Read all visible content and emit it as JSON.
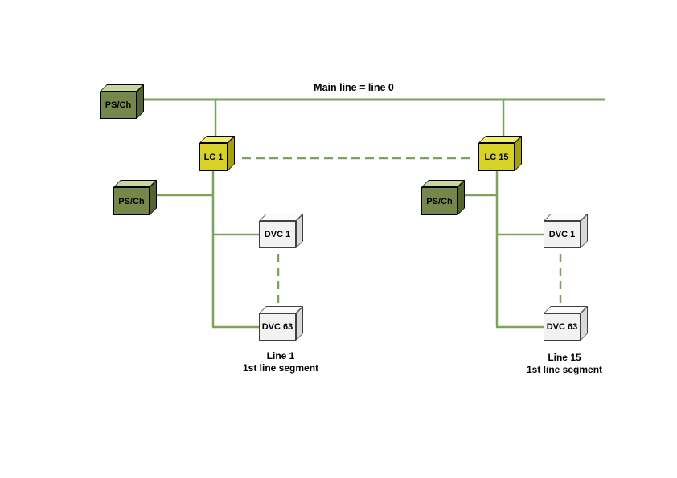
{
  "labels": {
    "main_line": "Main line = line 0",
    "line1_title": "Line 1",
    "line1_subtitle": "1st line segment",
    "line15_title": "Line 15",
    "line15_subtitle": "1st line segment"
  },
  "nodes": {
    "ps_main": {
      "label": "PS/Ch",
      "type": "power-supply"
    },
    "lc1": {
      "label": "LC 1",
      "type": "line-coupler"
    },
    "lc15": {
      "label": "LC 15",
      "type": "line-coupler"
    },
    "ps_line1": {
      "label": "PS/Ch",
      "type": "power-supply"
    },
    "ps_line15": {
      "label": "PS/Ch",
      "type": "power-supply"
    },
    "dvc1_line1": {
      "label": "DVC 1",
      "type": "device"
    },
    "dvc63_line1": {
      "label": "DVC 63",
      "type": "device"
    },
    "dvc1_line15": {
      "label": "DVC 1",
      "type": "device"
    },
    "dvc63_line15": {
      "label": "DVC 63",
      "type": "device"
    }
  },
  "colors": {
    "line": "#7DA25C",
    "ps_front": "#75874B",
    "ps_top": "#C9D79E",
    "ps_side": "#55632F",
    "lc_front": "#D8D228",
    "lc_top": "#F3F065",
    "lc_side": "#A6A00F",
    "dvc_front": "#F2F2F2",
    "dvc_top": "#FBFBFB",
    "dvc_side": "#D9D9D9",
    "text": "#000000"
  }
}
